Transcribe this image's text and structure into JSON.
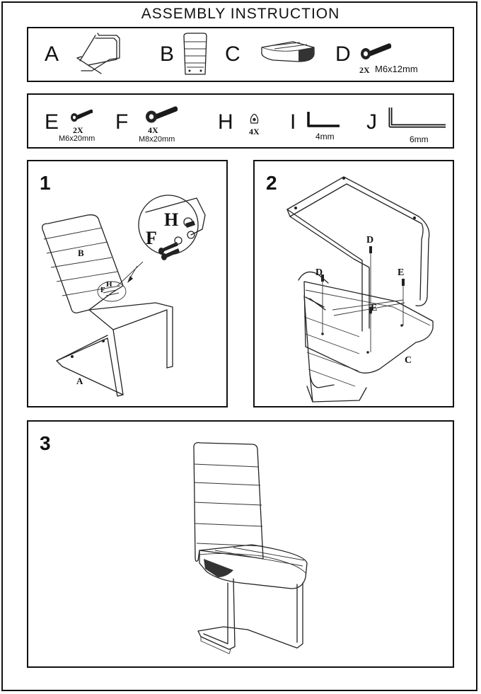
{
  "title": "ASSEMBLY INSTRUCTION",
  "parts_top": [
    {
      "letter": "A"
    },
    {
      "letter": "B"
    },
    {
      "letter": "C"
    },
    {
      "letter": "D",
      "qty": "2X",
      "size": "M6x12mm"
    }
  ],
  "parts_hardware": [
    {
      "letter": "E",
      "qty": "2X",
      "size": "M6x20mm"
    },
    {
      "letter": "F",
      "qty": "4X",
      "size": "M8x20mm"
    },
    {
      "letter": "H",
      "qty": "4X"
    },
    {
      "letter": "I",
      "size": "4mm"
    },
    {
      "letter": "J",
      "size": "6mm"
    }
  ],
  "step1": {
    "number": "1",
    "labels": {
      "B": "B",
      "A": "A",
      "F_big": "F",
      "H_big": "H",
      "F_small": "F",
      "H_small": "H"
    }
  },
  "step2": {
    "number": "2",
    "labels": {
      "D1": "D",
      "D2": "D",
      "E1": "E",
      "E2": "E",
      "C": "C"
    }
  },
  "step3": {
    "number": "3"
  }
}
